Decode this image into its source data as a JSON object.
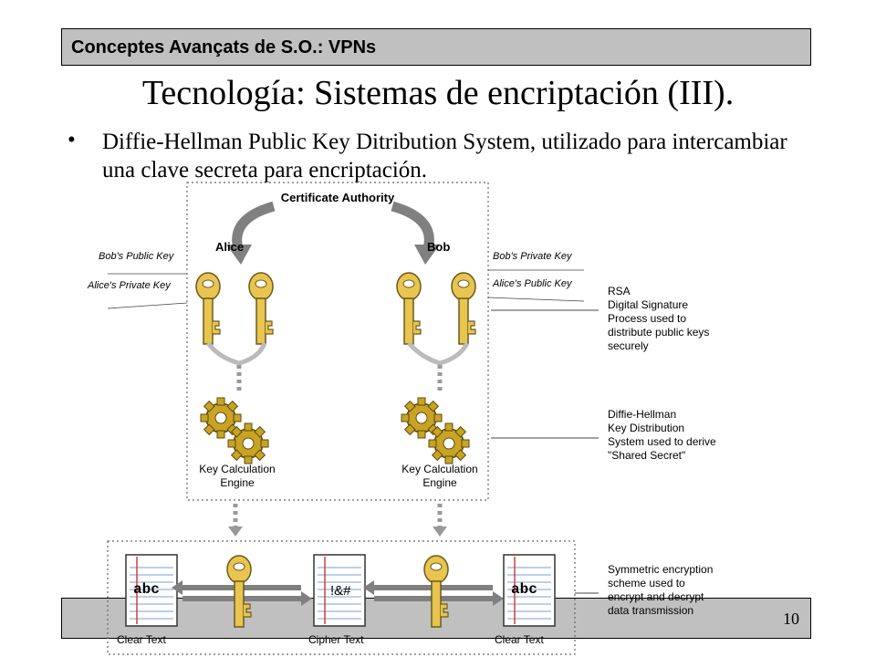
{
  "header": {
    "title": "Conceptes Avançats de S.O.: VPNs"
  },
  "slide": {
    "title": "Tecnología: Sistemas de encriptación (III).",
    "bullet": "Diffie-Hellman Public Key Ditribution System, utilizado para intercambiar una clave secreta para encriptación."
  },
  "diagram": {
    "certificate_authority": "Certificate Authority",
    "alice": "Alice",
    "bob": "Bob",
    "alice_keys": {
      "top": "Bob's Public Key",
      "bottom": "Alice's Private Key"
    },
    "bob_keys": {
      "top": "Bob's Private Key",
      "bottom": "Alice's Public Key"
    },
    "engine_label_line1": "Key Calculation",
    "engine_label_line2": "Engine",
    "rsa_note": [
      "RSA",
      "Digital Signature",
      "Process used to",
      "distribute public keys",
      "securely"
    ],
    "dh_note": [
      "Diffie-Hellman",
      "Key Distribution",
      "System used to derive",
      "\"Shared Secret\""
    ],
    "sym_note": [
      "Symmetric encryption",
      "scheme used to",
      "encrypt and decrypt",
      "data transmission"
    ],
    "clear_text_left": "Clear Text",
    "cipher_text": "Cipher Text",
    "clear_text_right": "Clear Text",
    "doc_abc": "abc",
    "doc_cipher": "!&#"
  },
  "footer": {
    "page": "10"
  },
  "colors": {
    "bar": "#c0c0c0",
    "key": "#e8c550",
    "gear": "#c9a424",
    "arrow": "#808080"
  }
}
